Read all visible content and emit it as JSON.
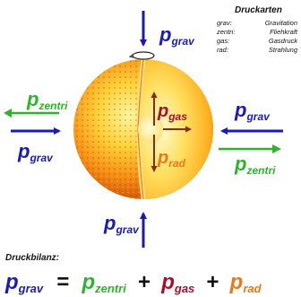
{
  "legend": {
    "title": "Druckarten",
    "rows": [
      {
        "key": "grav:",
        "value": "Gravitation"
      },
      {
        "key": "zentri:",
        "value": "Fliehkraft"
      },
      {
        "key": "gas:",
        "value": "Gasdruck"
      },
      {
        "key": "rad:",
        "value": "Strahlung"
      }
    ]
  },
  "labels": {
    "main": "p",
    "sub_grav": "grav",
    "sub_zentri": "zentri",
    "sub_gas": "gas",
    "sub_rad": "rad"
  },
  "balance": {
    "title": "Druckbilanz:",
    "equals": "=",
    "plus": "+"
  },
  "colors": {
    "grav": "#1a1ab4",
    "zentri": "#2db42d",
    "gas": "#a8102a",
    "rad": "#e8781a",
    "interior_arrow": "#8a2a10"
  }
}
